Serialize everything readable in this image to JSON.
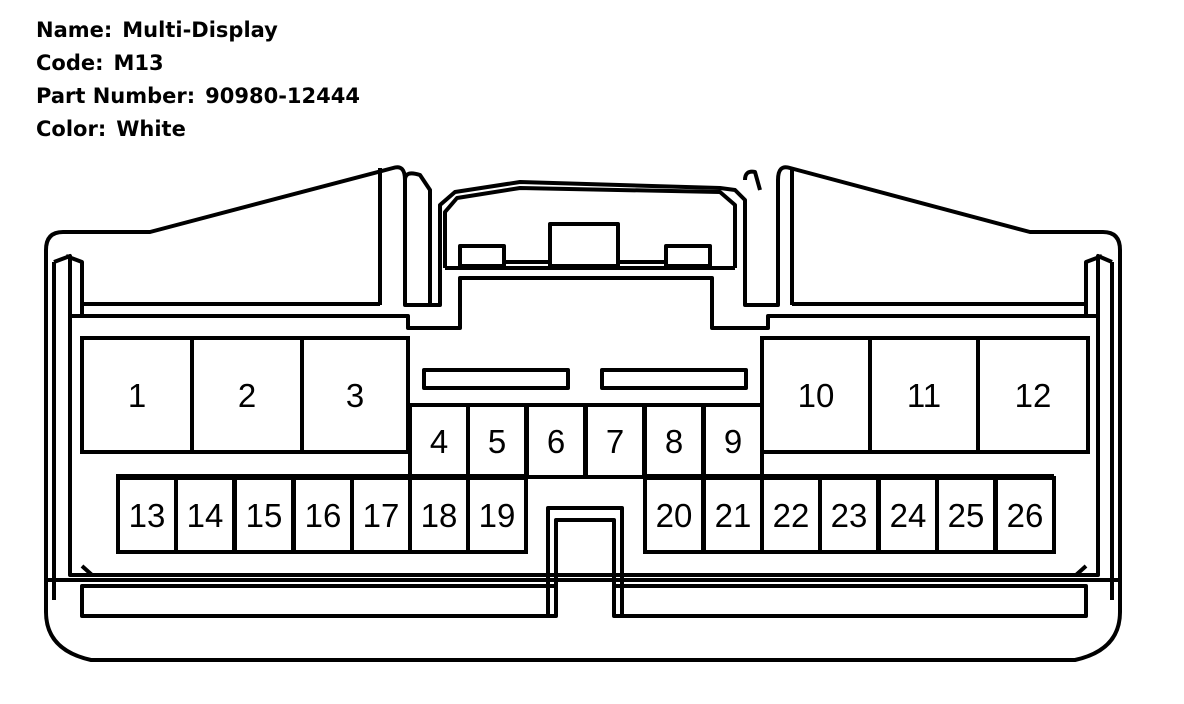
{
  "info": {
    "name_label": "Name:",
    "name_value": "Multi-Display",
    "code_label": "Code:",
    "code_value": "M13",
    "part_label": "Part Number:",
    "part_value": "90980-12444",
    "color_label": "Color:",
    "color_value": "White"
  },
  "pins": [
    "1",
    "2",
    "3",
    "4",
    "5",
    "6",
    "7",
    "8",
    "9",
    "10",
    "11",
    "12",
    "13",
    "14",
    "15",
    "16",
    "17",
    "18",
    "19",
    "20",
    "21",
    "22",
    "23",
    "24",
    "25",
    "26"
  ],
  "colors": {
    "stroke": "#000000",
    "fill": "#ffffff"
  }
}
